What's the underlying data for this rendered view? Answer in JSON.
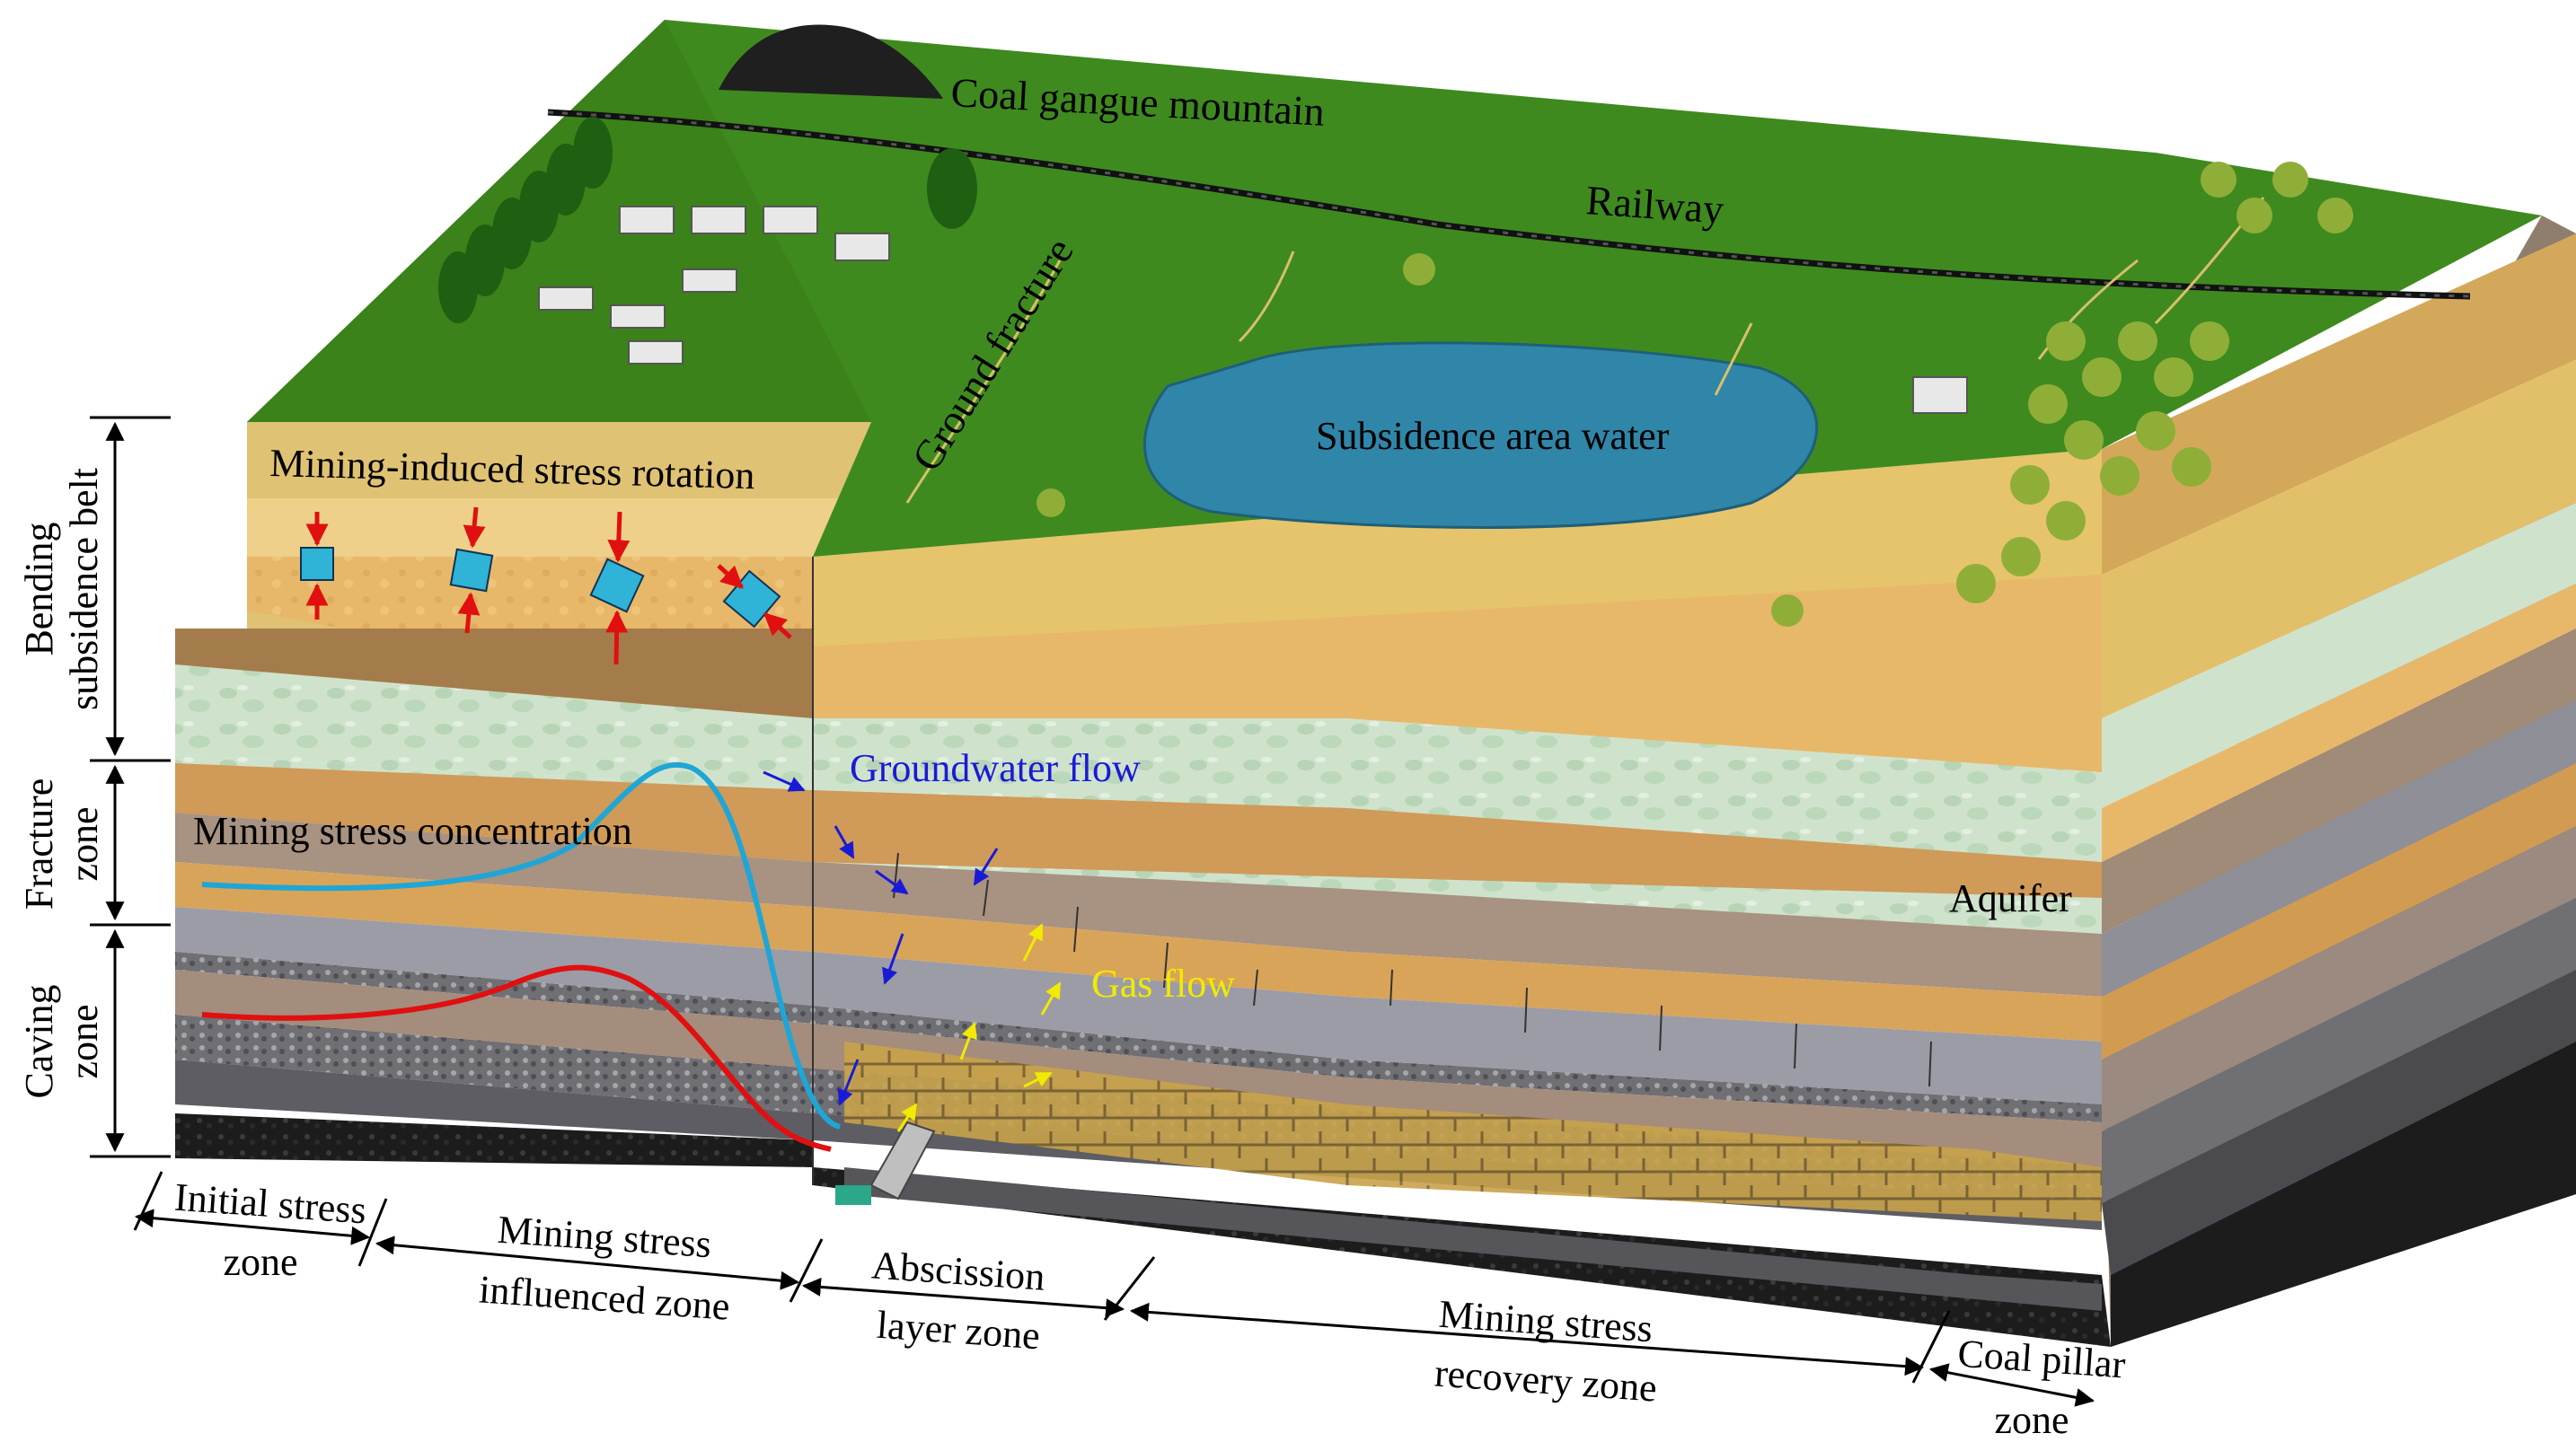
{
  "surface": {
    "coal_gangue_mountain": "Coal gangue mountain",
    "railway": "Railway",
    "ground_fracture": "Ground fracture",
    "subsidence_area_water": "Subsidence area water"
  },
  "section": {
    "stress_rotation": "Mining-induced stress rotation",
    "stress_concentration": "Mining stress concentration",
    "groundwater_flow": "Groundwater flow",
    "gas_flow": "Gas flow",
    "aquifer": "Aquifer"
  },
  "vertical_zones": {
    "bending": [
      "Bending",
      "subsidence belt"
    ],
    "fracture": [
      "Fracture",
      "zone"
    ],
    "caving": [
      "Caving",
      "zone"
    ]
  },
  "horizontal_zones": {
    "initial": [
      "Initial stress",
      "zone"
    ],
    "influenced": [
      "Mining stress",
      "influenced zone"
    ],
    "abscission": [
      "Abscission",
      "layer zone"
    ],
    "recovery": [
      "Mining stress",
      "recovery zone"
    ],
    "pillar": [
      "Coal pillar",
      "zone"
    ]
  },
  "colors": {
    "grass": "#3f8a1f",
    "grass_dark": "#2f6f16",
    "water": "#2f86a8",
    "sand": "#e6bc66",
    "aquifer": "#cfe3cc",
    "brown_layer": "#a08a78",
    "gray_layer": "#8f8f98",
    "coal": "#1c1c1c",
    "stress_blue": "#1fa6d6",
    "stress_red": "#e01010",
    "groundwater_arrow": "#1a1ad6",
    "gas_arrow": "#f2ea00"
  }
}
